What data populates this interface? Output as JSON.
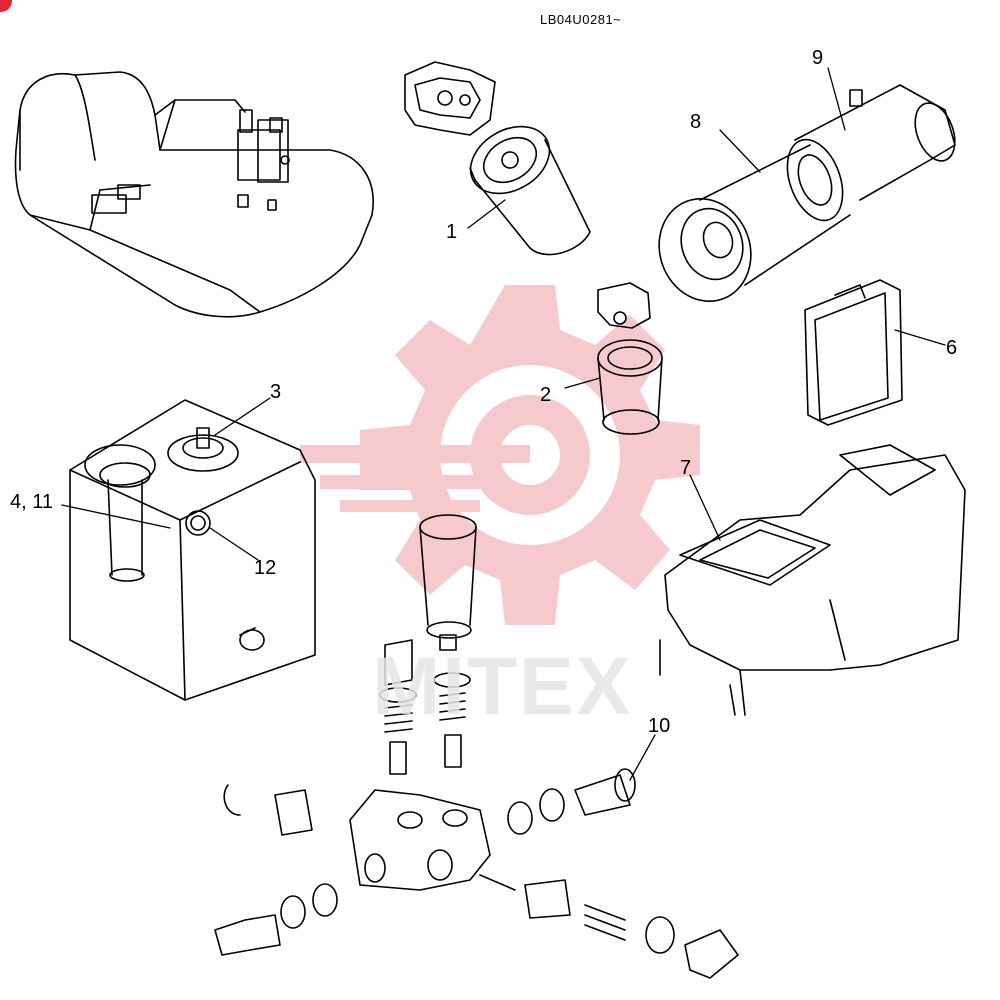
{
  "document_code": "LB04U0281~",
  "watermark_text": "MITEX",
  "colors": {
    "line": "#000000",
    "watermark": "#f4b9bd",
    "accent": "#e2263a"
  },
  "callouts": [
    {
      "id": "1",
      "text": "1"
    },
    {
      "id": "2",
      "text": "2"
    },
    {
      "id": "3",
      "text": "3"
    },
    {
      "id": "4-11",
      "text": "4, 11"
    },
    {
      "id": "6",
      "text": "6"
    },
    {
      "id": "7",
      "text": "7"
    },
    {
      "id": "8",
      "text": "8"
    },
    {
      "id": "9",
      "text": "9"
    },
    {
      "id": "10",
      "text": "10"
    },
    {
      "id": "12",
      "text": "12"
    }
  ]
}
